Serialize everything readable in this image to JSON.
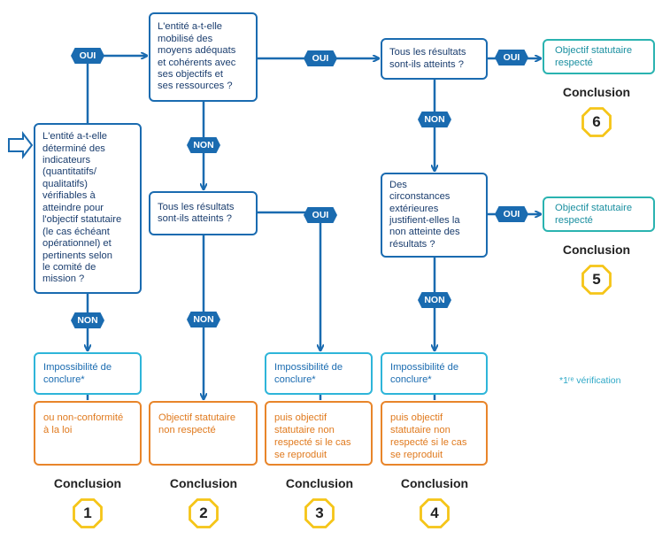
{
  "badges": {
    "oui": "OUI",
    "non": "NON"
  },
  "questions": {
    "q1": "L'entité a-t-elle\ndéterminé des\nindicateurs\n(quantitatifs/\nqualitatifs)\nvérifiables à\natteindre pour\nl'objectif statutaire\n(le cas échéant\nopérationnel) et\npertinents selon\nle comité de\nmission ?",
    "q2": "L'entité a-t-elle\nmobilisé des\nmoyens adéquats\net cohérents avec\nses objectifs et\nses ressources ?",
    "q3": "Tous les résultats\nsont-ils atteints ?",
    "q4": "Tous les résultats\nsont-ils atteints ?",
    "q5": "Des\ncirconstances\nextérieures\njustifient-elles la\nnon atteinte des\nrésultats ?"
  },
  "outcomes": {
    "impossibility": "Impossibilité de\nconclure*",
    "nonconform": "ou non-conformité\nà la loi",
    "not_respected": "Objectif statutaire\nnon respecté",
    "repeat": "puis objectif\nstatutaire non\nrespecté si le cas\nse reproduit",
    "respected": "Objectif statutaire\nrespecté"
  },
  "conclusion_label": "Conclusion",
  "conclusion_numbers": [
    "1",
    "2",
    "3",
    "4",
    "5",
    "6"
  ],
  "footnote": "*1ʳᵉ vérification",
  "colors": {
    "blue": "#1a6bb0",
    "light_blue": "#2eb5d9",
    "orange": "#e8852a",
    "teal": "#2ab3b0",
    "yellow": "#f5c518"
  }
}
